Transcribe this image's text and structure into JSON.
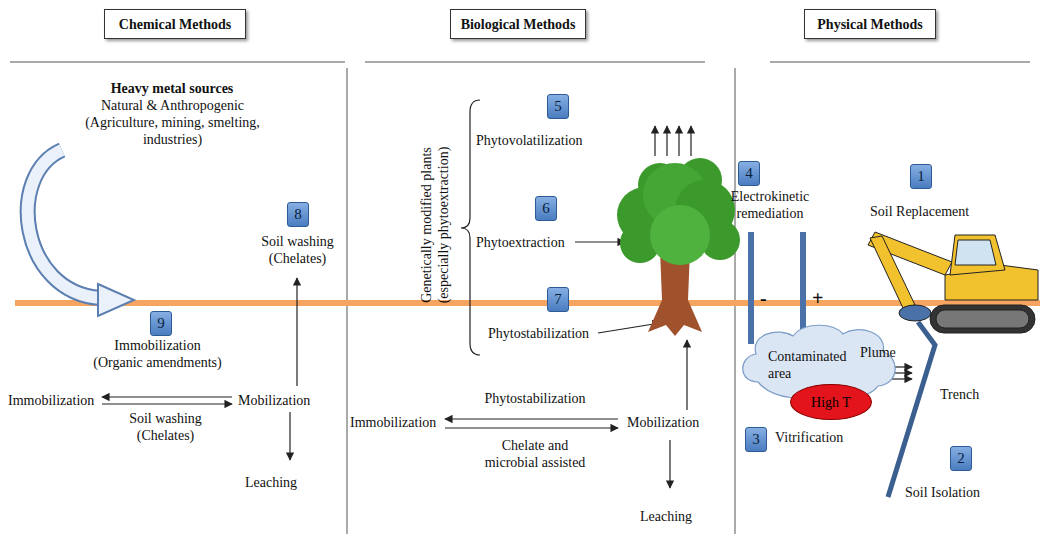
{
  "diagram": {
    "nodes": [
      {
        "text": [
          "Chemical Methods"
        ]
      },
      {
        "text": [
          "Biological Methods"
        ]
      },
      {
        "text": [
          "Physical Methods"
        ]
      },
      {
        "text": [
          "8"
        ]
      },
      {
        "text": [
          "9"
        ]
      },
      {
        "text": [
          "5"
        ]
      },
      {
        "text": [
          "6"
        ]
      },
      {
        "text": [
          "7"
        ]
      },
      {
        "text": [
          "4"
        ]
      },
      {
        "text": [
          "1"
        ]
      },
      {
        "text": [
          "Contaminated area",
          "Plume"
        ]
      },
      {
        "text": [
          "High T"
        ]
      },
      {
        "text": [
          "3"
        ]
      },
      {
        "text": [
          "2"
        ]
      }
    ],
    "labels": [
      "Heavy metal sources",
      "Natural & Anthropogenic (Agriculture, mining, smelting, industries)",
      "Soil washing (Chelates)",
      "Immobilization (Organic amendments)",
      "Immobilization",
      "Mobilization",
      "Soil washing (Chelates)",
      "Leaching",
      "Phytovolatilization",
      "Phytoextraction",
      "Phytostabilization",
      "Genetically modified plants (especially phytoextraction)",
      "Phytostabilization",
      "Immobilization",
      "Chelate and microbial assisted",
      "Mobilization",
      "Leaching",
      "Electrokinetic remediation",
      "-",
      "+",
      "Soil Replacement",
      "Trench",
      "Vitrification",
      "Soil Isolation"
    ]
  }
}
